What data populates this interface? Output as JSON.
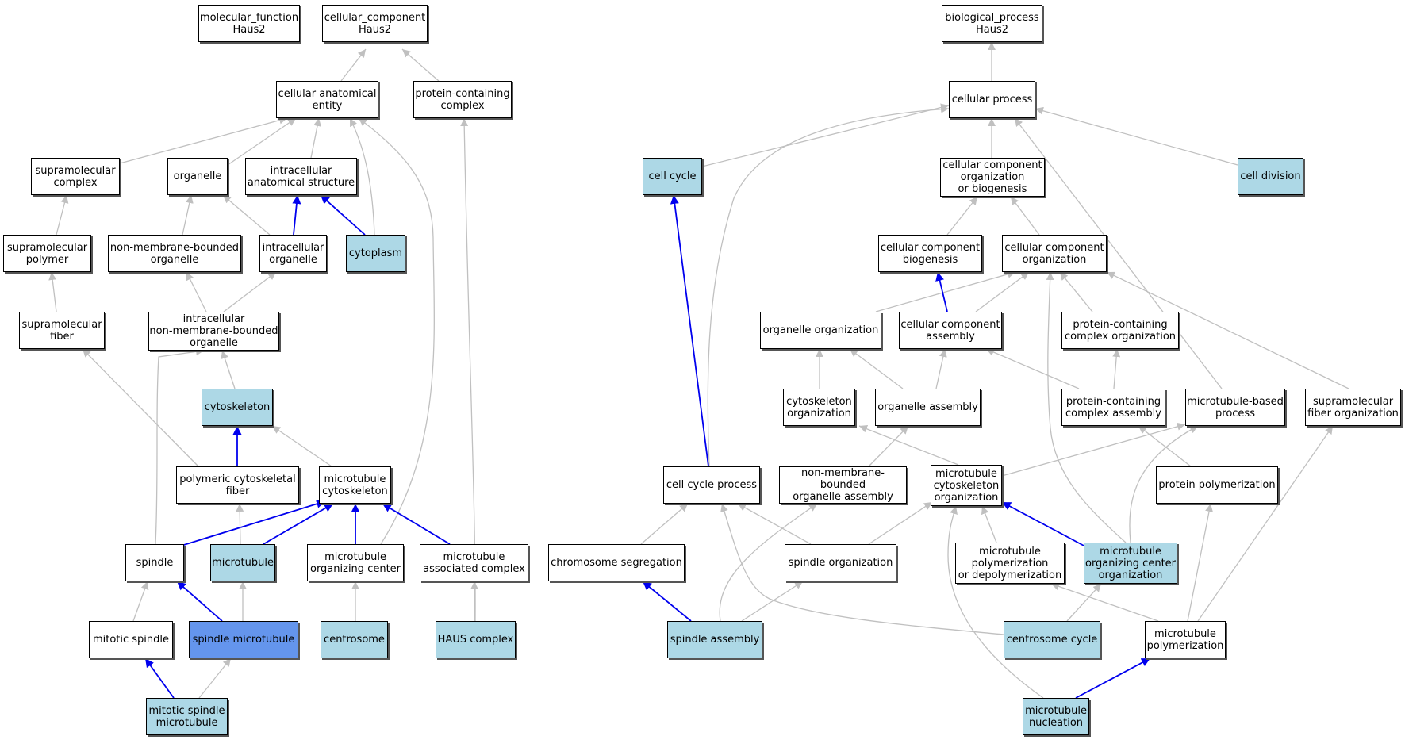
{
  "colors": {
    "plain_fill": "#ffffff",
    "highlight_fill": "#add8e6",
    "focus_fill": "#6495ed",
    "edge_gray": "#c0c0c0",
    "edge_blue": "#0000ee"
  },
  "nodes": {
    "mf_root": "molecular_function\nHaus2",
    "cc_root": "cellular_component\nHaus2",
    "bp_root": "biological_process\nHaus2",
    "cellular_anatomical_entity": "cellular anatomical\nentity",
    "protein_containing_complex": "protein-containing\ncomplex",
    "supramolecular_complex": "supramolecular\ncomplex",
    "organelle": "organelle",
    "intracellular_anatomical_structure": "intracellular\nanatomical structure",
    "supramolecular_polymer": "supramolecular\npolymer",
    "non_membrane_bounded_organelle": "non-membrane-bounded\norganelle",
    "intracellular_organelle": "intracellular\norganelle",
    "cytoplasm": "cytoplasm",
    "supramolecular_fiber": "supramolecular\nfiber",
    "intracellular_nmbo": "intracellular\nnon-membrane-bounded\norganelle",
    "cytoskeleton": "cytoskeleton",
    "polymeric_cytoskeletal_fiber": "polymeric cytoskeletal\nfiber",
    "microtubule_cytoskeleton": "microtubule\ncytoskeleton",
    "spindle": "spindle",
    "microtubule": "microtubule",
    "microtubule_organizing_center": "microtubule\norganizing center",
    "microtubule_associated_complex": "microtubule\nassociated complex",
    "mitotic_spindle": "mitotic spindle",
    "spindle_microtubule": "spindle microtubule",
    "centrosome": "centrosome",
    "haus_complex": "HAUS complex",
    "mitotic_spindle_microtubule": "mitotic spindle\nmicrotubule",
    "cellular_process": "cellular process",
    "cell_cycle": "cell cycle",
    "ccob": "cellular component\norganization\nor biogenesis",
    "cell_division": "cell division",
    "cc_biogenesis": "cellular component\nbiogenesis",
    "cc_organization": "cellular component\norganization",
    "organelle_organization": "organelle organization",
    "cc_assembly": "cellular component\nassembly",
    "pc_complex_organization": "protein-containing\ncomplex organization",
    "cytoskeleton_organization": "cytoskeleton\norganization",
    "organelle_assembly": "organelle assembly",
    "pc_complex_assembly": "protein-containing\ncomplex assembly",
    "microtubule_based_process": "microtubule-based\nprocess",
    "supramolecular_fiber_organization": "supramolecular\nfiber organization",
    "cell_cycle_process": "cell cycle process",
    "nmbo_assembly": "non-membrane-bounded\norganelle assembly",
    "mt_cytoskeleton_organization": "microtubule\ncytoskeleton\norganization",
    "protein_polymerization": "protein polymerization",
    "chromosome_segregation": "chromosome segregation",
    "spindle_organization": "spindle organization",
    "mt_polymerization_or_depolymerization": "microtubule\npolymerization\nor depolymerization",
    "mtoc_organization": "microtubule\norganizing center\norganization",
    "spindle_assembly": "spindle assembly",
    "centrosome_cycle": "centrosome cycle",
    "microtubule_polymerization": "microtubule\npolymerization",
    "microtubule_nucleation": "microtubule\nnucleation"
  }
}
